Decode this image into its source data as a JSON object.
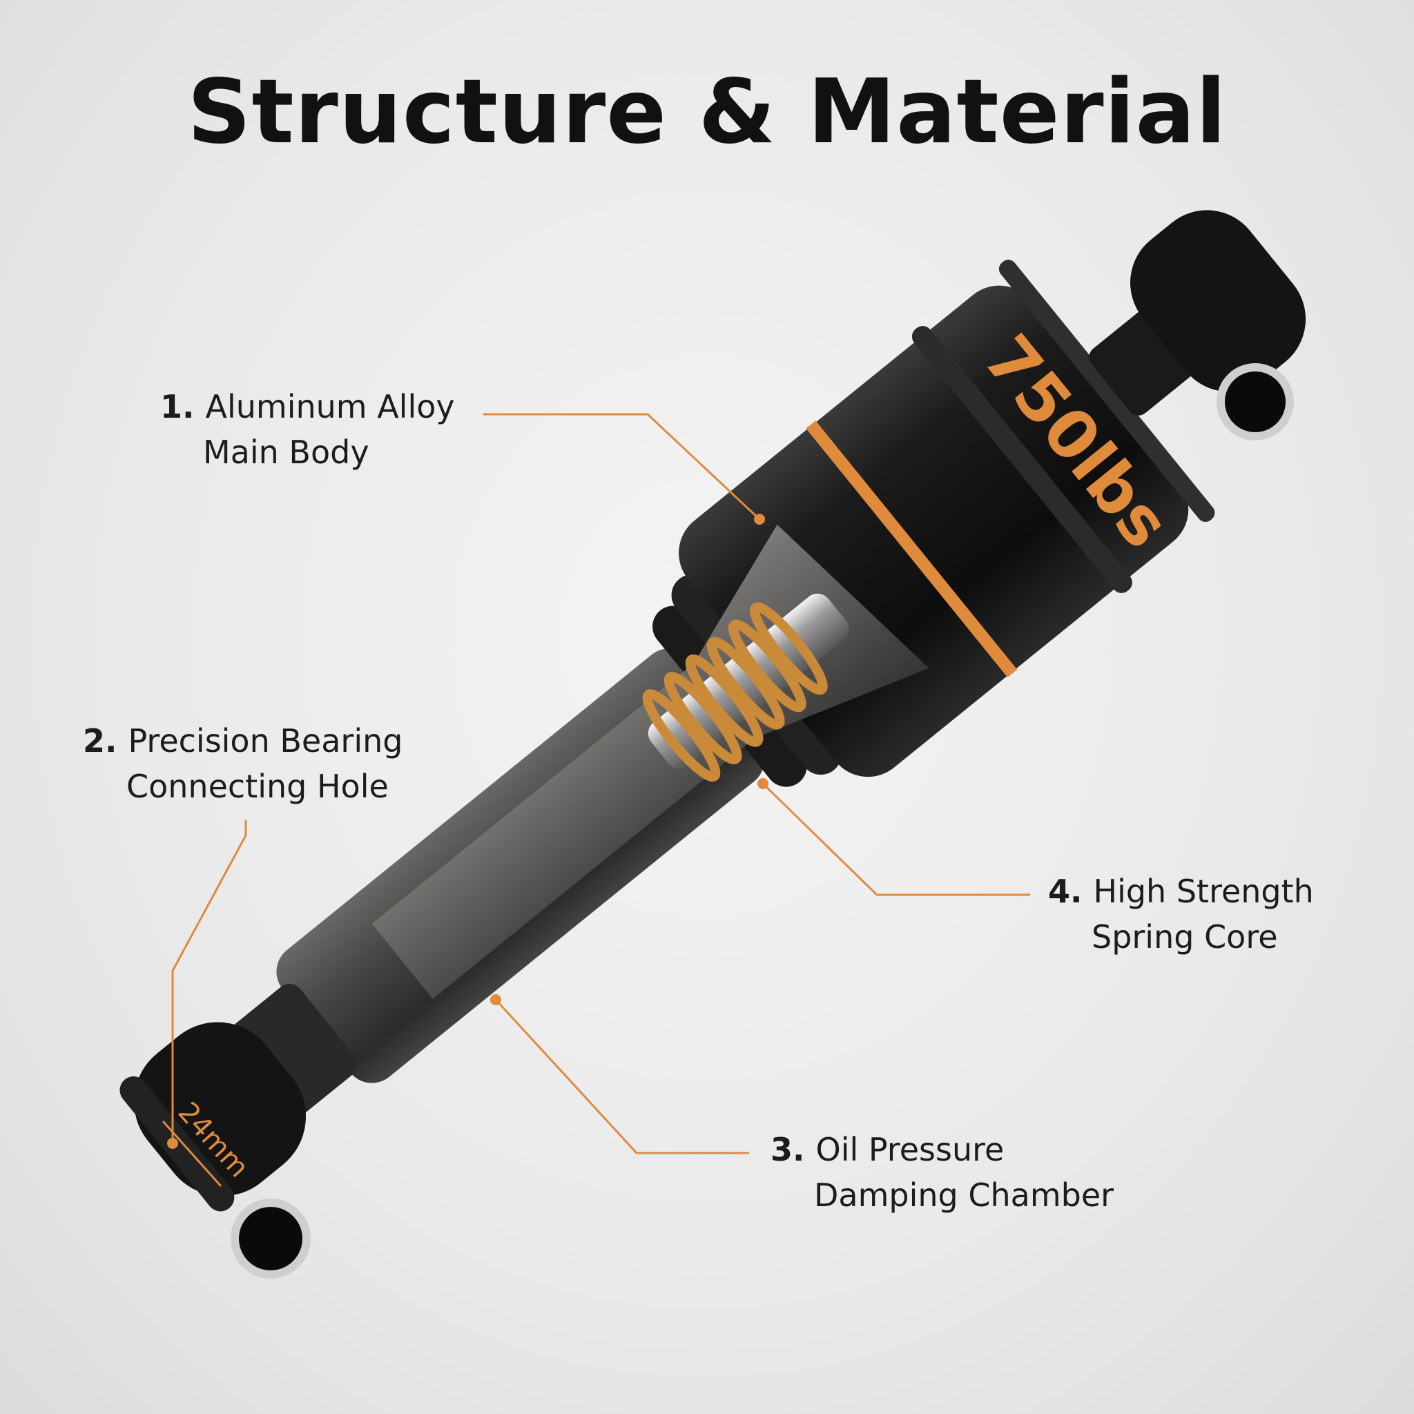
{
  "title": "Structure & Material",
  "product_print": {
    "load_rating": "750lbs",
    "diameter": "24mm"
  },
  "callouts": [
    {
      "number": "1.",
      "line1": "Aluminum Alloy",
      "line2": "Main Body"
    },
    {
      "number": "2.",
      "line1": "Precision Bearing",
      "line2": "Connecting Hole"
    },
    {
      "number": "3.",
      "line1": "Oil Pressure",
      "line2": "Damping Chamber"
    },
    {
      "number": "4.",
      "line1": "High Strength",
      "line2": "Spring Core"
    }
  ],
  "colors": {
    "accent_orange": "#e08a3c",
    "body_black": "#151515",
    "shaft_gray": "#4a4846",
    "spring_gold": "#c98a3a"
  }
}
